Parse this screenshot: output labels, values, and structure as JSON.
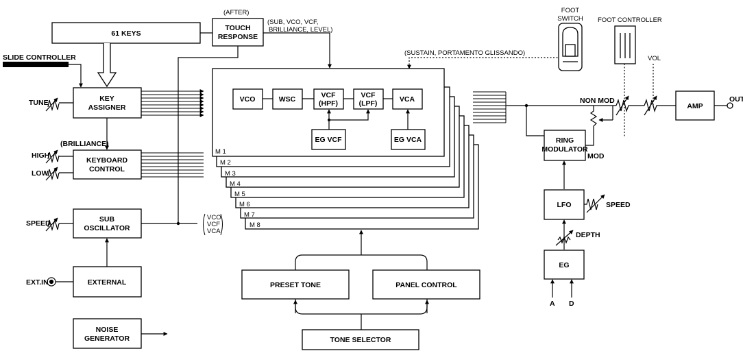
{
  "blocks": {
    "keys61": "61 KEYS",
    "touch_response": [
      "TOUCH",
      "RESPONSE"
    ],
    "key_assigner": [
      "KEY",
      "ASSIGNER"
    ],
    "keyboard_control": [
      "KEYBOARD",
      "CONTROL"
    ],
    "sub_oscillator": [
      "SUB",
      "OSCILLATOR"
    ],
    "external": "EXTERNAL",
    "noise_generator": [
      "NOISE",
      "GENERATOR"
    ],
    "vco": "VCO",
    "wsc": "WSC",
    "vcf_hpf": [
      "VCF",
      "(HPF)"
    ],
    "vcf_lpf": [
      "VCF",
      "(LPF)"
    ],
    "vca": "VCA",
    "eg_vcf": "EG VCF",
    "eg_vca": "EG VCA",
    "preset_tone": "PRESET TONE",
    "panel_control": "PANEL CONTROL",
    "tone_selector": "TONE SELECTOR",
    "ring_modulator": [
      "RING",
      "MODULATOR"
    ],
    "lfo": "LFO",
    "eg": "EG",
    "amp": "AMP"
  },
  "labels": {
    "slide_controller": "SLIDE CONTROLLER",
    "after": "(AFTER)",
    "touch_targets": [
      "(SUB, VCO, VCF,",
      "BRILLIANCE, LEVEL)"
    ],
    "tune": "TUNE",
    "brilliance": "(BRILLIANCE)",
    "high": "HIGH",
    "low": "LOW",
    "speed": "SPEED",
    "ext_in": "EXT.IN",
    "sub_targets": [
      "VCO",
      "VCF",
      "VCA"
    ],
    "sustain": "(SUSTAIN, PORTAMENTO   GLISSANDO)",
    "foot_switch": [
      "FOOT",
      "SWITCH"
    ],
    "foot_controller": "FOOT CONTROLLER",
    "vol": "VOL",
    "non_mod": "NON MOD",
    "mod": "MOD",
    "out": "OUT",
    "lfo_speed": "SPEED",
    "depth": "DEPTH",
    "eg_a": "A",
    "eg_d": "D"
  },
  "modules": [
    "M 1",
    "M 2",
    "M 3",
    "M 4",
    "M 5",
    "M 6",
    "M 7",
    "M 8"
  ]
}
